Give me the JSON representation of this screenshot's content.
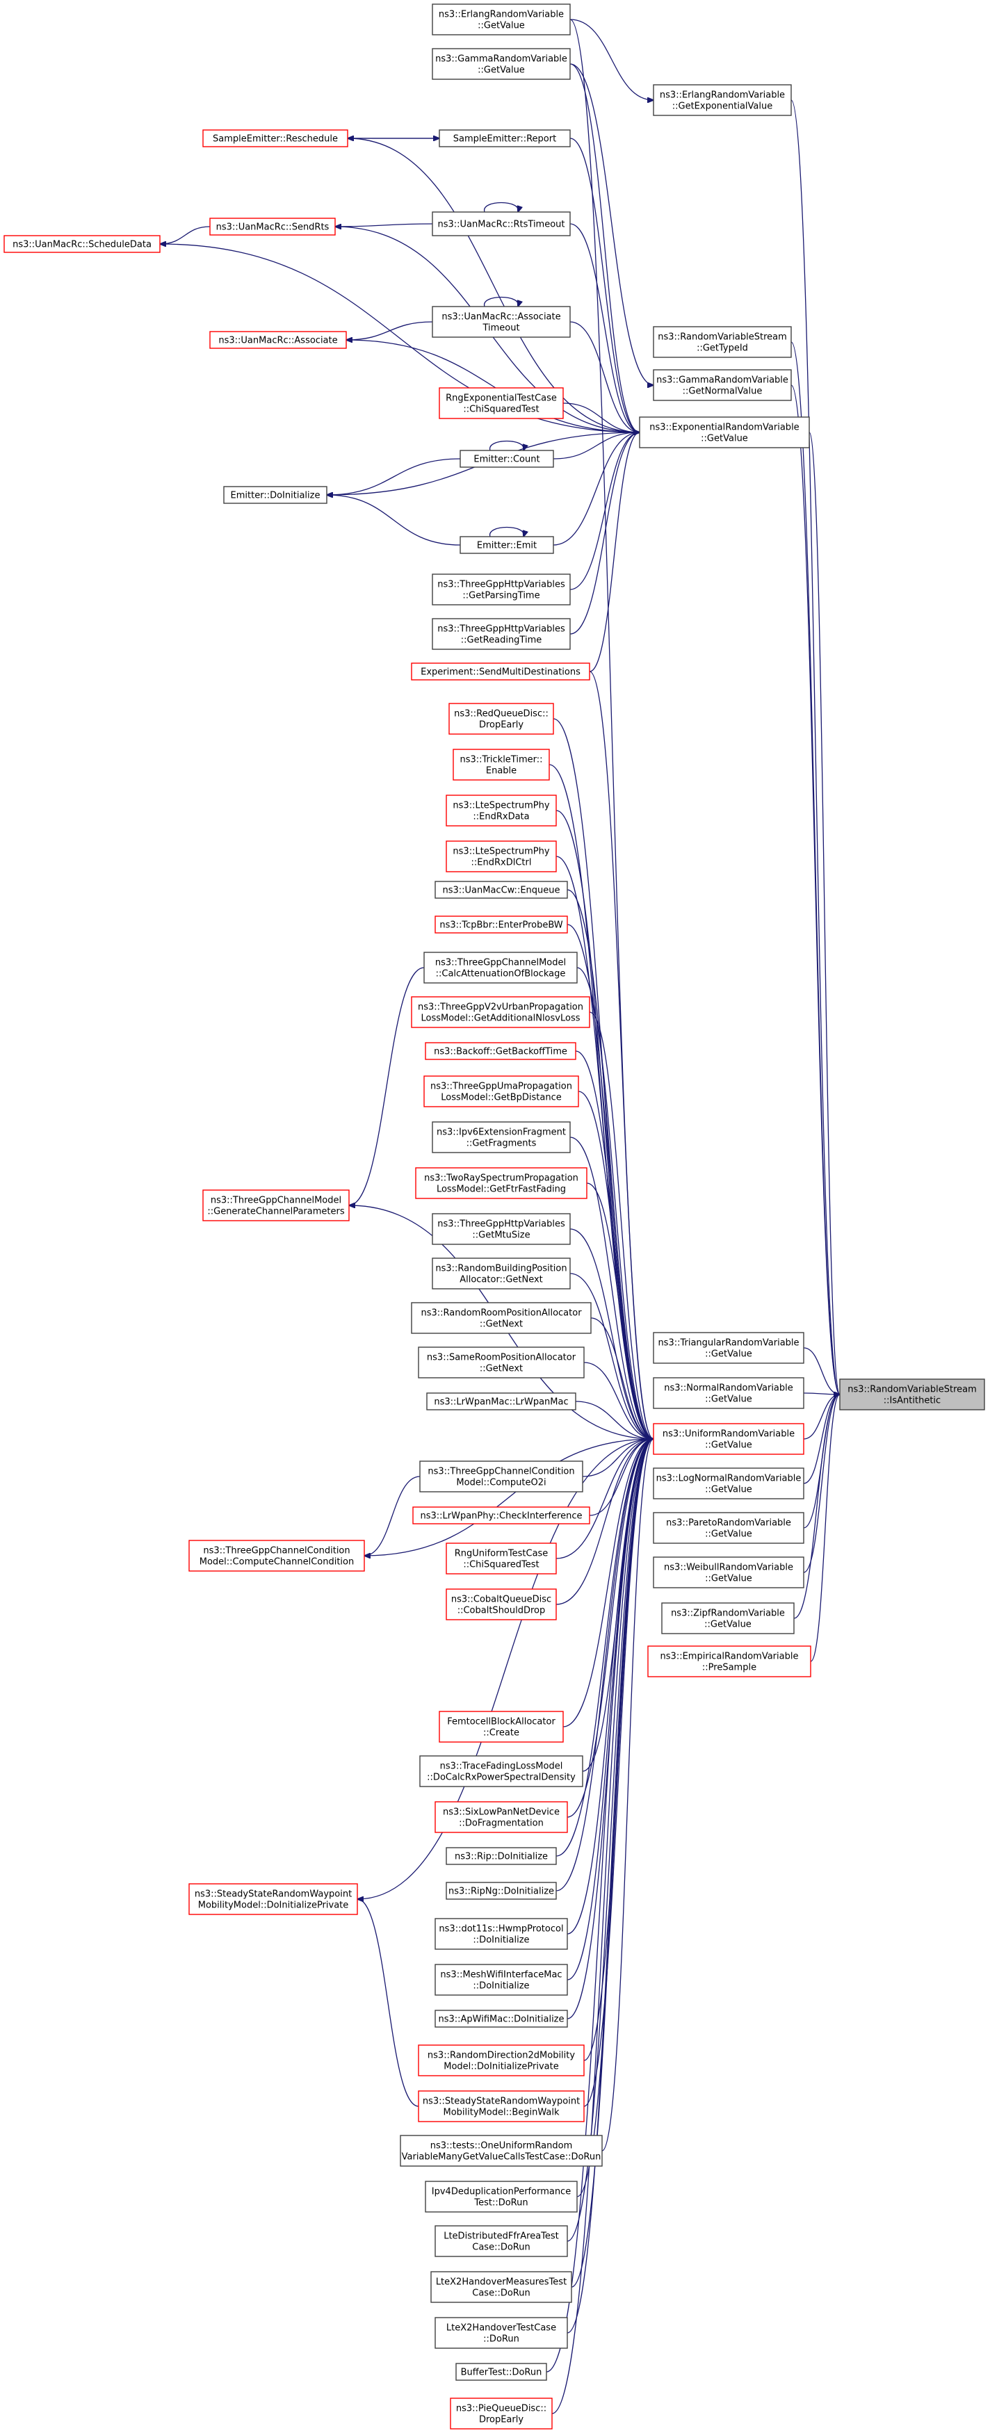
{
  "colors": {
    "edge": "#191970",
    "black_border": "#404040",
    "red_border": "#ff0000",
    "root_fill": "#bfbfbf"
  },
  "nodes": [
    {
      "id": "n0",
      "lines": [
        "ns3::ErlangRandomVariable",
        "::GetValue"
      ],
      "style": "black"
    },
    {
      "id": "n1",
      "lines": [
        "ns3::GammaRandomVariable",
        "::GetValue"
      ],
      "style": "black"
    },
    {
      "id": "n2",
      "lines": [
        "ns3::ErlangRandomVariable",
        "::GetExponentialValue"
      ],
      "style": "black"
    },
    {
      "id": "n3",
      "lines": [
        "SampleEmitter::Reschedule"
      ],
      "style": "red"
    },
    {
      "id": "n4",
      "lines": [
        "SampleEmitter::Report"
      ],
      "style": "black"
    },
    {
      "id": "n5",
      "lines": [
        "ns3::UanMacRc::SendRts"
      ],
      "style": "red"
    },
    {
      "id": "n6",
      "lines": [
        "ns3::UanMacRc::RtsTimeout"
      ],
      "style": "black"
    },
    {
      "id": "n7",
      "lines": [
        "ns3::UanMacRc::ScheduleData"
      ],
      "style": "red"
    },
    {
      "id": "n8",
      "lines": [
        "ns3::UanMacRc::Associate",
        "Timeout"
      ],
      "style": "black"
    },
    {
      "id": "n9",
      "lines": [
        "ns3::UanMacRc::Associate"
      ],
      "style": "red"
    },
    {
      "id": "n10",
      "lines": [
        "ns3::RandomVariableStream",
        "::GetTypeId"
      ],
      "style": "black"
    },
    {
      "id": "n11",
      "lines": [
        "ns3::GammaRandomVariable",
        "::GetNormalValue"
      ],
      "style": "black"
    },
    {
      "id": "n12",
      "lines": [
        "RngExponentialTestCase",
        "::ChiSquaredTest"
      ],
      "style": "red"
    },
    {
      "id": "n13",
      "lines": [
        "ns3::ExponentialRandomVariable",
        "::GetValue"
      ],
      "style": "black"
    },
    {
      "id": "n14",
      "lines": [
        "Emitter::Count"
      ],
      "style": "black"
    },
    {
      "id": "n15",
      "lines": [
        "Emitter::DoInitialize"
      ],
      "style": "black"
    },
    {
      "id": "n16",
      "lines": [
        "Emitter::Emit"
      ],
      "style": "black"
    },
    {
      "id": "n17",
      "lines": [
        "ns3::ThreeGppHttpVariables",
        "::GetParsingTime"
      ],
      "style": "black"
    },
    {
      "id": "n18",
      "lines": [
        "ns3::ThreeGppHttpVariables",
        "::GetReadingTime"
      ],
      "style": "black"
    },
    {
      "id": "n19",
      "lines": [
        "Experiment::SendMultiDestinations"
      ],
      "style": "red"
    },
    {
      "id": "n20",
      "lines": [
        "ns3::RedQueueDisc::",
        "DropEarly"
      ],
      "style": "red"
    },
    {
      "id": "n21",
      "lines": [
        "ns3::TrickleTimer::",
        "Enable"
      ],
      "style": "red"
    },
    {
      "id": "n22",
      "lines": [
        "ns3::LteSpectrumPhy",
        "::EndRxData"
      ],
      "style": "red"
    },
    {
      "id": "n23",
      "lines": [
        "ns3::LteSpectrumPhy",
        "::EndRxDlCtrl"
      ],
      "style": "red"
    },
    {
      "id": "n24",
      "lines": [
        "ns3::UanMacCw::Enqueue"
      ],
      "style": "black"
    },
    {
      "id": "n25",
      "lines": [
        "ns3::TcpBbr::EnterProbeBW"
      ],
      "style": "red"
    },
    {
      "id": "n26",
      "lines": [
        "ns3::ThreeGppChannelModel",
        "::CalcAttenuationOfBlockage"
      ],
      "style": "black"
    },
    {
      "id": "n27",
      "lines": [
        "ns3::ThreeGppV2vUrbanPropagation",
        "LossModel::GetAdditionalNlosvLoss"
      ],
      "style": "red"
    },
    {
      "id": "n28",
      "lines": [
        "ns3::Backoff::GetBackoffTime"
      ],
      "style": "red"
    },
    {
      "id": "n29",
      "lines": [
        "ns3::ThreeGppUmaPropagation",
        "LossModel::GetBpDistance"
      ],
      "style": "red"
    },
    {
      "id": "n30",
      "lines": [
        "ns3::ThreeGppChannelModel",
        "::GenerateChannelParameters"
      ],
      "style": "red"
    },
    {
      "id": "n31",
      "lines": [
        "ns3::Ipv6ExtensionFragment",
        "::GetFragments"
      ],
      "style": "black"
    },
    {
      "id": "n32",
      "lines": [
        "ns3::TwoRaySpectrumPropagation",
        "LossModel::GetFtrFastFading"
      ],
      "style": "red"
    },
    {
      "id": "n33",
      "lines": [
        "ns3::ThreeGppHttpVariables",
        "::GetMtuSize"
      ],
      "style": "black"
    },
    {
      "id": "n34",
      "lines": [
        "ns3::RandomBuildingPosition",
        "Allocator::GetNext"
      ],
      "style": "black"
    },
    {
      "id": "n35",
      "lines": [
        "ns3::RandomRoomPositionAllocator",
        "::GetNext"
      ],
      "style": "black"
    },
    {
      "id": "n36",
      "lines": [
        "ns3::SameRoomPositionAllocator",
        "::GetNext"
      ],
      "style": "black"
    },
    {
      "id": "n37",
      "lines": [
        "ns3::LrWpanMac::LrWpanMac"
      ],
      "style": "black"
    },
    {
      "id": "n38",
      "lines": [
        "ns3::TriangularRandomVariable",
        "::GetValue"
      ],
      "style": "black"
    },
    {
      "id": "n39",
      "lines": [
        "ns3::NormalRandomVariable",
        "::GetValue"
      ],
      "style": "black"
    },
    {
      "id": "n40",
      "lines": [
        "ns3::RandomVariableStream",
        "::IsAntithetic"
      ],
      "style": "root"
    },
    {
      "id": "n41",
      "lines": [
        "ns3::UniformRandomVariable",
        "::GetValue"
      ],
      "style": "red"
    },
    {
      "id": "n42",
      "lines": [
        "ns3::ThreeGppChannelCondition",
        "Model::ComputeO2i"
      ],
      "style": "black"
    },
    {
      "id": "n43",
      "lines": [
        "ns3::LogNormalRandomVariable",
        "::GetValue"
      ],
      "style": "black"
    },
    {
      "id": "n44",
      "lines": [
        "ns3::LrWpanPhy::CheckInterference"
      ],
      "style": "red"
    },
    {
      "id": "n45",
      "lines": [
        "ns3::ParetoRandomVariable",
        "::GetValue"
      ],
      "style": "black"
    },
    {
      "id": "n46",
      "lines": [
        "ns3::ThreeGppChannelCondition",
        "Model::ComputeChannelCondition"
      ],
      "style": "red"
    },
    {
      "id": "n47",
      "lines": [
        "RngUniformTestCase",
        "::ChiSquaredTest"
      ],
      "style": "red"
    },
    {
      "id": "n48",
      "lines": [
        "ns3::WeibullRandomVariable",
        "::GetValue"
      ],
      "style": "black"
    },
    {
      "id": "n49",
      "lines": [
        "ns3::CobaltQueueDisc",
        "::CobaltShouldDrop"
      ],
      "style": "red"
    },
    {
      "id": "n50",
      "lines": [
        "ns3::ZipfRandomVariable",
        "::GetValue"
      ],
      "style": "black"
    },
    {
      "id": "n51",
      "lines": [
        "ns3::EmpiricalRandomVariable",
        "::PreSample"
      ],
      "style": "red"
    },
    {
      "id": "n52",
      "lines": [
        "FemtocellBlockAllocator",
        "::Create"
      ],
      "style": "red"
    },
    {
      "id": "n53",
      "lines": [
        "ns3::TraceFadingLossModel",
        "::DoCalcRxPowerSpectralDensity"
      ],
      "style": "black"
    },
    {
      "id": "n54",
      "lines": [
        "ns3::SixLowPanNetDevice",
        "::DoFragmentation"
      ],
      "style": "red"
    },
    {
      "id": "n55",
      "lines": [
        "ns3::Rip::DoInitialize"
      ],
      "style": "black"
    },
    {
      "id": "n56",
      "lines": [
        "ns3::RipNg::DoInitialize"
      ],
      "style": "black"
    },
    {
      "id": "n57",
      "lines": [
        "ns3::SteadyStateRandomWaypoint",
        "MobilityModel::DoInitializePrivate"
      ],
      "style": "red"
    },
    {
      "id": "n58",
      "lines": [
        "ns3::dot11s::HwmpProtocol",
        "::DoInitialize"
      ],
      "style": "black"
    },
    {
      "id": "n59",
      "lines": [
        "ns3::MeshWifiInterfaceMac",
        "::DoInitialize"
      ],
      "style": "black"
    },
    {
      "id": "n60",
      "lines": [
        "ns3::ApWifiMac::DoInitialize"
      ],
      "style": "black"
    },
    {
      "id": "n61",
      "lines": [
        "ns3::RandomDirection2dMobility",
        "Model::DoInitializePrivate"
      ],
      "style": "red"
    },
    {
      "id": "n62",
      "lines": [
        "ns3::SteadyStateRandomWaypoint",
        "MobilityModel::BeginWalk"
      ],
      "style": "red"
    },
    {
      "id": "n63",
      "lines": [
        "ns3::tests::OneUniformRandom",
        "VariableManyGetValueCallsTestCase::DoRun"
      ],
      "style": "black"
    },
    {
      "id": "n64",
      "lines": [
        "Ipv4DeduplicationPerformance",
        "Test::DoRun"
      ],
      "style": "black"
    },
    {
      "id": "n65",
      "lines": [
        "LteDistributedFfrAreaTest",
        "Case::DoRun"
      ],
      "style": "black"
    },
    {
      "id": "n66",
      "lines": [
        "LteX2HandoverMeasuresTest",
        "Case::DoRun"
      ],
      "style": "black"
    },
    {
      "id": "n67",
      "lines": [
        "LteX2HandoverTestCase",
        "::DoRun"
      ],
      "style": "black"
    },
    {
      "id": "n68",
      "lines": [
        "BufferTest::DoRun"
      ],
      "style": "black"
    },
    {
      "id": "n69",
      "lines": [
        "ns3::PieQueueDisc::",
        "DropEarly"
      ],
      "style": "red"
    }
  ],
  "edges": [
    [
      "n2",
      "n40"
    ],
    [
      "n11",
      "n40"
    ],
    [
      "n13",
      "n40"
    ],
    [
      "n38",
      "n40"
    ],
    [
      "n39",
      "n40"
    ],
    [
      "n41",
      "n40"
    ],
    [
      "n43",
      "n40"
    ],
    [
      "n45",
      "n40"
    ],
    [
      "n48",
      "n40"
    ],
    [
      "n50",
      "n40"
    ],
    [
      "n51",
      "n40"
    ],
    [
      "n10",
      "n40"
    ],
    [
      "n0",
      "n2"
    ],
    [
      "n1",
      "n11"
    ],
    [
      "n4",
      "n3"
    ],
    [
      "n3",
      "n4"
    ],
    [
      "n5",
      "n7"
    ],
    [
      "n6",
      "n5"
    ],
    [
      "n6",
      "n6"
    ],
    [
      "n8",
      "n9"
    ],
    [
      "n8",
      "n8"
    ],
    [
      "n14",
      "n15"
    ],
    [
      "n14",
      "n14"
    ],
    [
      "n16",
      "n15"
    ],
    [
      "n16",
      "n16"
    ],
    [
      "n4",
      "n13"
    ],
    [
      "n3",
      "n13"
    ],
    [
      "n5",
      "n13"
    ],
    [
      "n6",
      "n13"
    ],
    [
      "n7",
      "n13"
    ],
    [
      "n8",
      "n13"
    ],
    [
      "n9",
      "n13"
    ],
    [
      "n12",
      "n13"
    ],
    [
      "n14",
      "n13"
    ],
    [
      "n15",
      "n13"
    ],
    [
      "n16",
      "n13"
    ],
    [
      "n17",
      "n13"
    ],
    [
      "n18",
      "n13"
    ],
    [
      "n19",
      "n13"
    ],
    [
      "n1",
      "n13"
    ],
    [
      "n26",
      "n30"
    ],
    [
      "n42",
      "n46"
    ],
    [
      "n62",
      "n57"
    ],
    [
      "n0",
      "n41"
    ],
    [
      "n19",
      "n41"
    ],
    [
      "n20",
      "n41"
    ],
    [
      "n21",
      "n41"
    ],
    [
      "n22",
      "n41"
    ],
    [
      "n23",
      "n41"
    ],
    [
      "n24",
      "n41"
    ],
    [
      "n25",
      "n41"
    ],
    [
      "n26",
      "n41"
    ],
    [
      "n27",
      "n41"
    ],
    [
      "n28",
      "n41"
    ],
    [
      "n29",
      "n41"
    ],
    [
      "n30",
      "n41"
    ],
    [
      "n31",
      "n41"
    ],
    [
      "n32",
      "n41"
    ],
    [
      "n33",
      "n41"
    ],
    [
      "n34",
      "n41"
    ],
    [
      "n35",
      "n41"
    ],
    [
      "n36",
      "n41"
    ],
    [
      "n37",
      "n41"
    ],
    [
      "n42",
      "n41"
    ],
    [
      "n44",
      "n41"
    ],
    [
      "n46",
      "n41"
    ],
    [
      "n47",
      "n41"
    ],
    [
      "n49",
      "n41"
    ],
    [
      "n52",
      "n41"
    ],
    [
      "n53",
      "n41"
    ],
    [
      "n54",
      "n41"
    ],
    [
      "n55",
      "n41"
    ],
    [
      "n56",
      "n41"
    ],
    [
      "n57",
      "n41"
    ],
    [
      "n58",
      "n41"
    ],
    [
      "n59",
      "n41"
    ],
    [
      "n60",
      "n41"
    ],
    [
      "n61",
      "n41"
    ],
    [
      "n62",
      "n41"
    ],
    [
      "n63",
      "n41"
    ],
    [
      "n64",
      "n41"
    ],
    [
      "n65",
      "n41"
    ],
    [
      "n66",
      "n41"
    ],
    [
      "n67",
      "n41"
    ],
    [
      "n68",
      "n41"
    ],
    [
      "n69",
      "n41"
    ]
  ]
}
